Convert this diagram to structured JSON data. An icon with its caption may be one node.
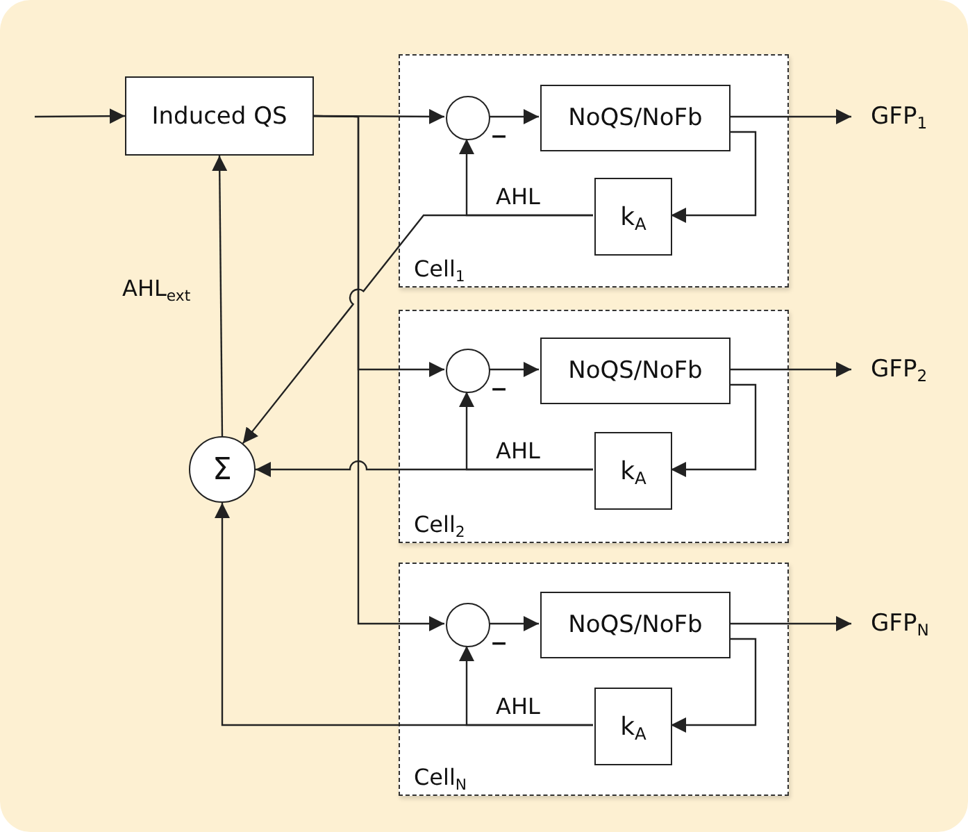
{
  "diagram": {
    "nodes": [
      {
        "text": [
          "Induced QS"
        ]
      },
      {
        "text": [
          "Cell$_{1}$"
        ]
      },
      {
        "text": [],
        "shape": "circle",
        "in": 1,
        "beside": [
          "−"
        ]
      },
      {
        "text": [
          "NoQS/NoFb"
        ],
        "in": 1
      },
      {
        "text": [
          "k$_{A}$"
        ],
        "in": 1
      },
      {
        "text": [
          "GFP$_{1}$"
        ]
      },
      {
        "text": [
          "Cell$_{2}$"
        ]
      },
      {
        "text": [],
        "shape": "circle",
        "in": 6,
        "beside": [
          "−"
        ]
      },
      {
        "text": [
          "NoQS/NoFb"
        ],
        "in": 6
      },
      {
        "text": [
          "k$_{A}$"
        ],
        "in": 6
      },
      {
        "text": [
          "GFP$_{2}$"
        ]
      },
      {
        "text": [
          "Cell$_{N}$"
        ]
      },
      {
        "text": [],
        "shape": "circle",
        "in": 11,
        "beside": [
          "−"
        ]
      },
      {
        "text": [
          "NoQS/NoFb"
        ],
        "in": 11
      },
      {
        "text": [
          "k$_{A}$"
        ],
        "in": 11
      },
      {
        "text": [
          "GFP$_{N}$"
        ]
      },
      {
        "text": [
          "Σ"
        ]
      }
    ],
    "edges": [
      {
        "from": null,
        "to": 0,
        "arrow": "to"
      },
      {
        "from": 0,
        "to": 2,
        "arrow": "to"
      },
      {
        "from": 0,
        "to": 7,
        "arrow": "to"
      },
      {
        "from": 0,
        "to": 12,
        "arrow": "to"
      },
      {
        "from": 2,
        "to": 3,
        "arrow": "to"
      },
      {
        "from": 3,
        "to": 5,
        "arrow": "to"
      },
      {
        "from": 3,
        "to": 4,
        "arrow": "to"
      },
      {
        "from": 4,
        "to": 2,
        "arrow": "to",
        "label": "AHL"
      },
      {
        "from": 4,
        "to": 16,
        "arrow": "to"
      },
      {
        "from": 7,
        "to": 8,
        "arrow": "to"
      },
      {
        "from": 8,
        "to": 10,
        "arrow": "to"
      },
      {
        "from": 8,
        "to": 9,
        "arrow": "to"
      },
      {
        "from": 9,
        "to": 7,
        "arrow": "to",
        "label": "AHL"
      },
      {
        "from": 9,
        "to": 16,
        "arrow": "to"
      },
      {
        "from": 12,
        "to": 13,
        "arrow": "to"
      },
      {
        "from": 13,
        "to": 15,
        "arrow": "to"
      },
      {
        "from": 13,
        "to": 14,
        "arrow": "to"
      },
      {
        "from": 14,
        "to": 12,
        "arrow": "to",
        "label": "AHL"
      },
      {
        "from": 14,
        "to": 16,
        "arrow": "to"
      },
      {
        "from": 16,
        "to": 0,
        "arrow": "to",
        "label": "AHL$_{ext}$"
      }
    ]
  }
}
